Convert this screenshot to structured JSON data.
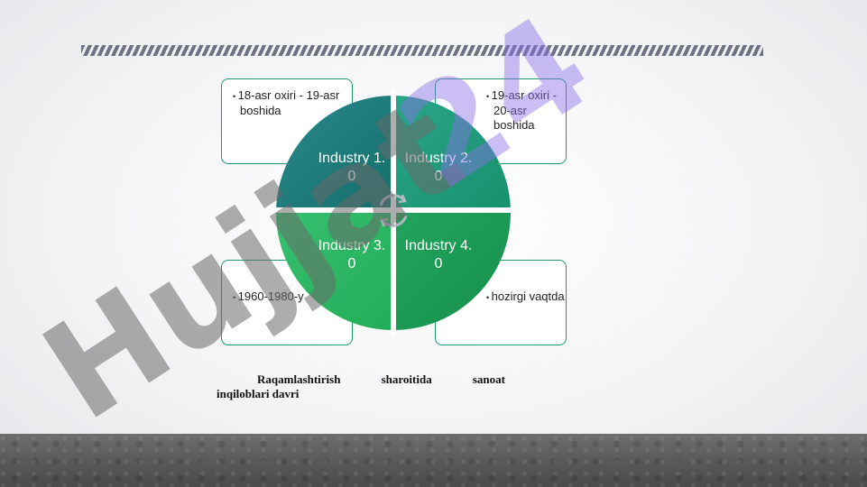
{
  "boxes": {
    "top_left": "18-asr oxiri - 19-asr boshida",
    "top_right": "19-asr oxiri - 20-asr boshida",
    "bottom_left": "1960-1980-y",
    "bottom_right": "hozirgi vaqtda"
  },
  "quadrants": {
    "q1": "Industry 1.0",
    "q2": "Industry 2.0",
    "q3": "Industry 3.0",
    "q4": "Industry 4.0"
  },
  "caption": {
    "words": [
      "Raqamlashtirish",
      "sharoitida",
      "sanoat"
    ],
    "line2": "inqiloblari davri"
  },
  "watermark": {
    "text": "Hujjat24"
  },
  "colors": {
    "q1": "#1b7f7e",
    "q2": "#1f9d7c",
    "q3": "#2db866",
    "q4": "#1a9a54",
    "border": "#1e9a6a",
    "dash": "#6b7384"
  }
}
